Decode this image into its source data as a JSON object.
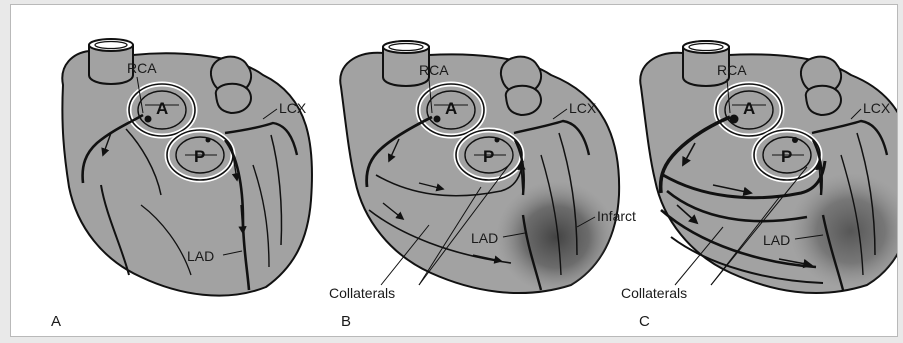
{
  "figure": {
    "panels": [
      {
        "id": "A",
        "letter": "A",
        "labels": {
          "rca": "RCA",
          "lcx": "LCX",
          "lad": "LAD",
          "valve_a": "A",
          "valve_p": "P"
        }
      },
      {
        "id": "B",
        "letter": "B",
        "labels": {
          "rca": "RCA",
          "lcx": "LCX",
          "lad": "LAD",
          "valve_a": "A",
          "valve_p": "P",
          "infarct": "Infarct",
          "collaterals": "Collaterals"
        }
      },
      {
        "id": "C",
        "letter": "C",
        "labels": {
          "rca": "RCA",
          "lcx": "LCX",
          "lad": "LAD",
          "valve_a": "A",
          "valve_p": "P",
          "collaterals": "Collaterals"
        }
      }
    ],
    "colors": {
      "heart_fill": "#a2a2a2",
      "outline": "#111111",
      "infarct": "#555555",
      "background": "#ffffff"
    }
  }
}
